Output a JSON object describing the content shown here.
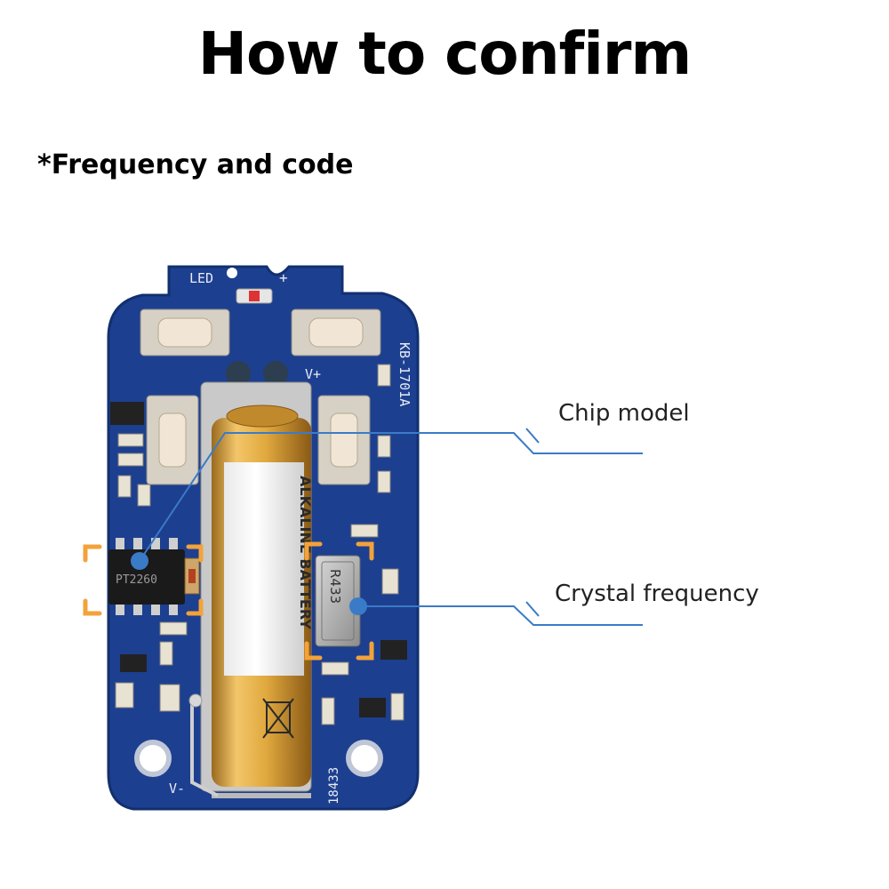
{
  "title": "How to confirm",
  "subtitle": "*Frequency and code",
  "callouts": {
    "chip": "Chip model",
    "crystal": "Crystal frequency"
  },
  "pcb": {
    "led_label": "LED",
    "plus_label": "+",
    "vplus_label": "V+",
    "vminus_label": "V-",
    "model_label": "KB-1701A",
    "bottom_label": "18433",
    "chip_label": "PT2260",
    "crystal_label": "R433",
    "battery_label": "ALKALINE BATTERY"
  },
  "colors": {
    "pcb": "#1d3f8f",
    "accent_line": "#3a7bc8",
    "highlight": "#f3a23a",
    "battery_gold": "#d9a23a"
  }
}
